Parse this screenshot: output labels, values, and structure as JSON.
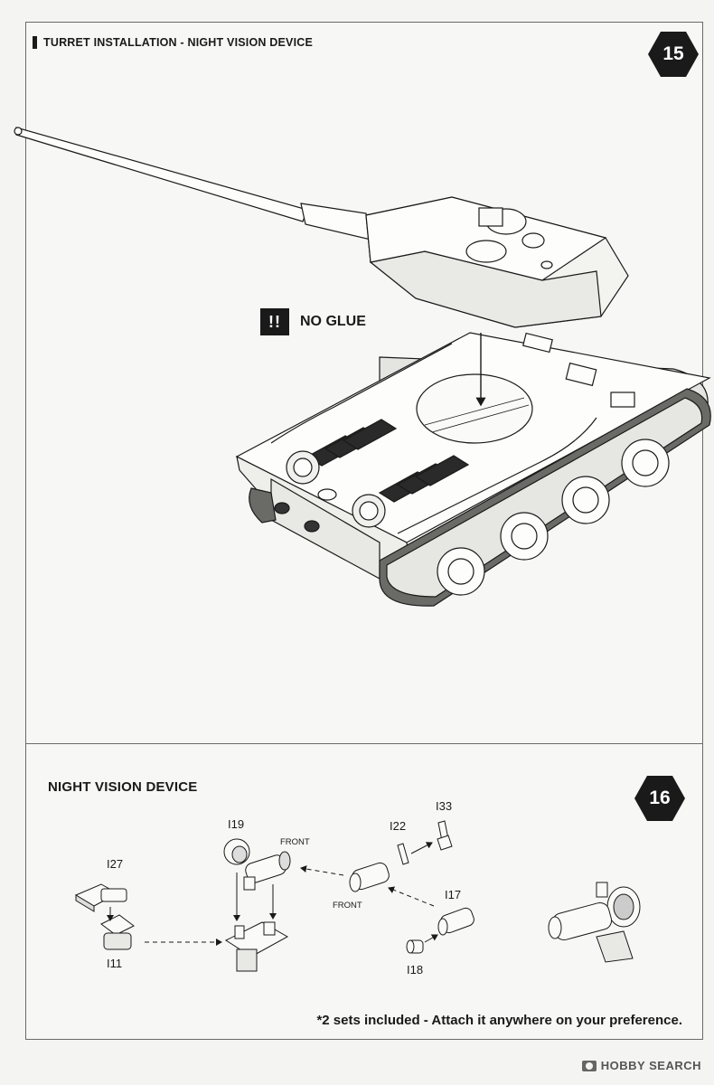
{
  "step15": {
    "title": "TURRET INSTALLATION - NIGHT VISION DEVICE",
    "number": "15",
    "warning_icon": "!!",
    "warning_text": "NO GLUE"
  },
  "step16": {
    "title": "NIGHT  VISION DEVICE",
    "number": "16",
    "parts": {
      "i27": "I27",
      "i11": "I11",
      "i19": "I19",
      "i22": "I22",
      "i33": "I33",
      "i17": "I17",
      "i18": "I18"
    },
    "front_label_1": "FRONT",
    "front_label_2": "FRONT",
    "note": "*2 sets included - Attach it anywhere on your preference."
  },
  "watermark": {
    "text": "HOBBY SEARCH",
    "icon": "camera-logo-icon"
  },
  "colors": {
    "ink": "#1a1a1a",
    "paper": "#f7f7f5"
  }
}
